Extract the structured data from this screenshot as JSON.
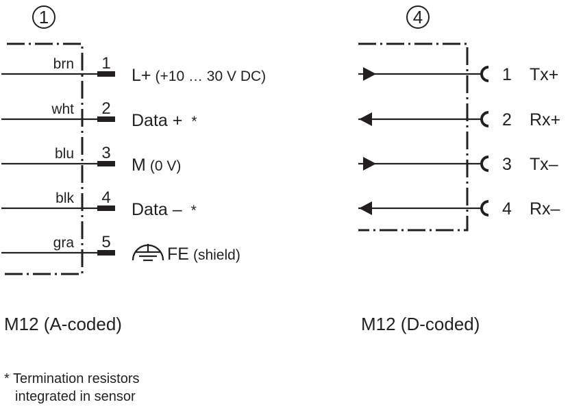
{
  "connectors": [
    {
      "number": "1",
      "name": "M12 (A-coded)",
      "pins": [
        {
          "wire": "brn",
          "pin": "1",
          "signal": "L+",
          "detail": "(+10 … 30 V DC)"
        },
        {
          "wire": "wht",
          "pin": "2",
          "signal": "Data + ",
          "detail": "*"
        },
        {
          "wire": "blu",
          "pin": "3",
          "signal": "M",
          "detail": "(0 V)"
        },
        {
          "wire": "blk",
          "pin": "4",
          "signal": "Data – ",
          "detail": "*"
        },
        {
          "wire": "gra",
          "pin": "5",
          "signal": "FE",
          "detail": "(shield)",
          "icon": "protective-earth-icon"
        }
      ]
    },
    {
      "number": "4",
      "name": "M12 (D-coded)",
      "pins": [
        {
          "pin": "1",
          "signal": "Tx+",
          "direction": "out"
        },
        {
          "pin": "2",
          "signal": "Rx+",
          "direction": "in"
        },
        {
          "pin": "3",
          "signal": "Tx–",
          "direction": "out"
        },
        {
          "pin": "4",
          "signal": "Rx–",
          "direction": "in"
        }
      ]
    }
  ],
  "footnote": {
    "line1": "* Termination resistors",
    "line2": "integrated in sensor"
  },
  "colors": {
    "ink": "#231f20"
  }
}
